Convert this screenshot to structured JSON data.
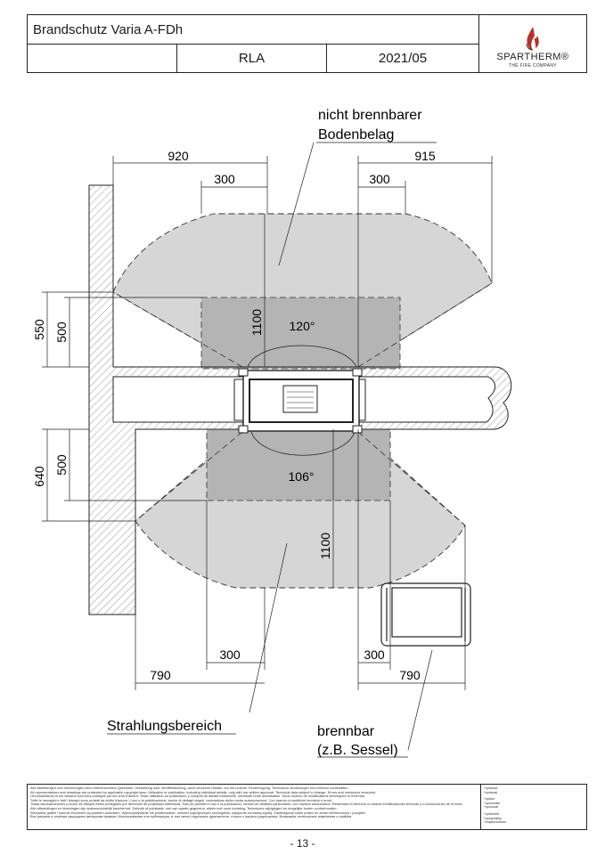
{
  "header": {
    "title": "Brandschutz Varia A-FDh",
    "model": "RLA",
    "date": "2021/05",
    "brand": "SPARTHERM®",
    "tagline": "THE FIRE COMPANY"
  },
  "drawing": {
    "dims": {
      "top_left_outer": "920",
      "top_left_inner": "300",
      "top_right_outer": "915",
      "top_right_inner": "300",
      "left_upper_outer": "550",
      "left_upper_inner": "500",
      "left_lower_outer": "640",
      "left_lower_inner": "500",
      "front_depth": "1100",
      "rear_depth": "1100",
      "bottom_left_inner": "300",
      "bottom_left_outer": "790",
      "bottom_right_inner": "300",
      "bottom_right_outer": "790"
    },
    "angles": {
      "upper": "120°",
      "lower": "106°"
    },
    "labels": {
      "floor_line1": "nicht brennbarer",
      "floor_line2": "Bodenbelag",
      "radiation": "Strahlungsbereich",
      "combustible_line1": "brennbar",
      "combustible_line2": "(z.B. Sessel)"
    }
  },
  "footer": {
    "legal": [
      "Alle Abbildungen und Zeichnungen sind urheberrechtlich geschützt. Verwertung oder Veröffentlichung, auch einzelner Details, nur mit unserer Genehmigung. Technische Änderungen und Irrtümer vorbehalten.",
      "All representations and drawings are protected by applicable copyright laws. Utilisation or publication, including individual details, only with our written approval. Technical data subject to change. Errors and omissions excepted.",
      "Les illustrations et les dessins sont tous protégés par les droit d'auteur. Toute utilisation ou publication, y compris de détails individuels, nécessite notre autorisation. Sous réserve de modifications techniques et d'erreurs.",
      "Tutte le immagini e tutti i disegni sono protetti da diritto d'autore. L'uso e la pubblicazione, anche di dettagli singoli, necessitano della nostra autorizzazione. Con riserva di modifiche tecniche e errori.",
      "Todas las ilustraciones y todos los dibujos están protegidos por derechos de propiedad intelectual. Solo se permite el uso o la publicación, incluso de detalles particulares, con nuestra autorización. Reservado el derecho a realizar modificaciones técnicas y a correcciones de errores.",
      "Alle afbeeldingen en tekeningen zijn auteursrechtelijk beschermd. Gebruik of publicatie, ook van aparte gegevens, alleen met onze toelating. Technische wijzigingen en mogelijke fouten voorbehouden.",
      "Wszystkie grafiki i rysunki chronione są prawem autorskim. Wykorzystywanie lub publikowanie, również pojedynczych szczegółów, wyłącznie za naszą zgodą. Zastrzegamy sobie prawo do zmian technicznych i pomyłek.",
      "Все рисунки и чертежи защищены авторским правом. Использование или публикация, в том числе отдельных фрагментов, только с нашего разрешения. Возможны технические изменения и ошибки."
    ],
    "optional": [
      "*optional",
      "*optional",
      "*option",
      "*opzionale",
      "*opcional",
      "*optionele",
      "*opcjonalny",
      "*опционально"
    ]
  },
  "page_number": "- 13 -",
  "colors": {
    "zone": "#d6d6d6",
    "zone_dark": "#b4b4b4",
    "line": "#222222",
    "logo_flame": "#b5322a"
  }
}
